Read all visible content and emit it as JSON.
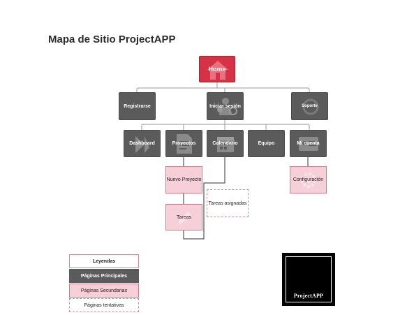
{
  "title": "Mapa de Sitio ProjectAPP",
  "nodes": {
    "home": "Home",
    "registrarse": "Registrarse",
    "iniciar_sesion": "Iniciar sesión",
    "soporte": "Soporte",
    "dashboard": "Dashboard",
    "proyectos": "Proyectos",
    "calendario": "Calendario",
    "equipo": "Equipo",
    "mi_cuenta": "Mi cuenta",
    "nuevo_proyecto": "Nuevo Proyecto",
    "tareas": "Tareas",
    "tareas_asignadas": "Tareas asignadas",
    "configuracion": "Configuración"
  },
  "legend": {
    "title": "Leyendas",
    "principales": "Páginas Principales",
    "secundarias": "Páginas Secundarias",
    "tentativas": "Páginas tentativas"
  },
  "logo": {
    "text": "ProjectAPP"
  },
  "colors": {
    "principal": "#5b5b5b",
    "home": "#d63245",
    "secundaria": "#f6cfd8",
    "tentativa_border": "#d08a98"
  }
}
